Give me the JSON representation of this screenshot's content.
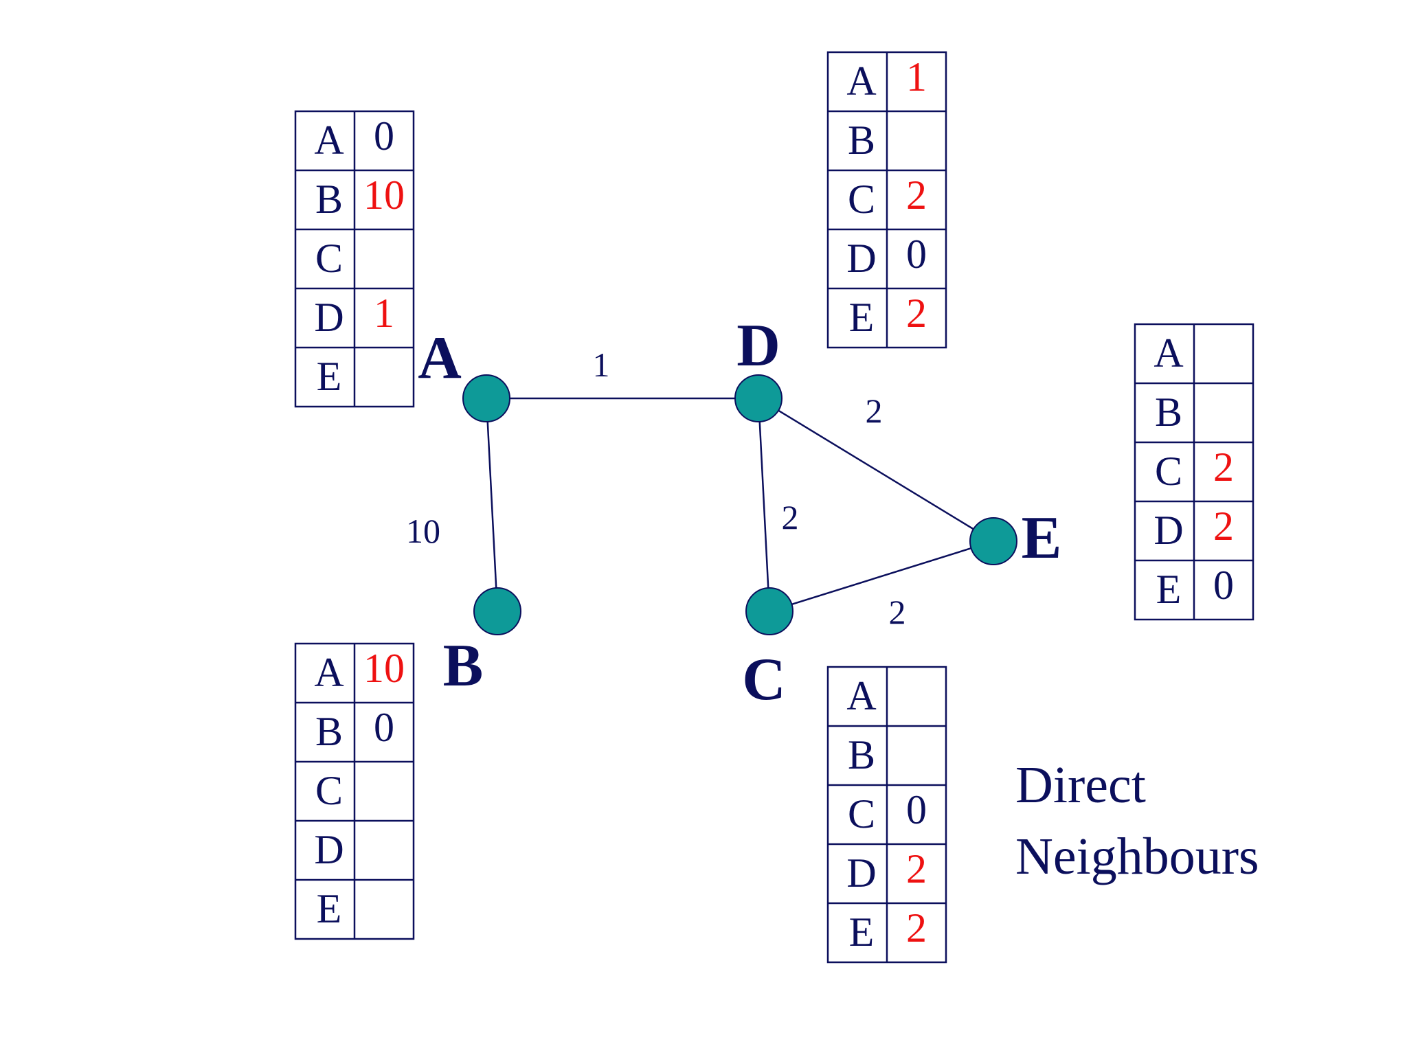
{
  "colors": {
    "ink": "#0b0f5c",
    "highlight": "#ee1111",
    "node_fill": "#0e9a98",
    "node_stroke": "#0b0f5c",
    "line": "#0b0f5c",
    "background": "#ffffff"
  },
  "nodes": [
    {
      "id": "A",
      "label": "A"
    },
    {
      "id": "B",
      "label": "B"
    },
    {
      "id": "C",
      "label": "C"
    },
    {
      "id": "D",
      "label": "D"
    },
    {
      "id": "E",
      "label": "E"
    }
  ],
  "edges": [
    {
      "from": "A",
      "to": "D",
      "weight": "1"
    },
    {
      "from": "A",
      "to": "B",
      "weight": "10"
    },
    {
      "from": "D",
      "to": "C",
      "weight": "2"
    },
    {
      "from": "D",
      "to": "E",
      "weight": "2"
    },
    {
      "from": "C",
      "to": "E",
      "weight": "2"
    }
  ],
  "tables": [
    {
      "node": "A",
      "rows": [
        {
          "dest": "A",
          "value": "0",
          "highlight": false
        },
        {
          "dest": "B",
          "value": "10",
          "highlight": true
        },
        {
          "dest": "C",
          "value": "",
          "highlight": false
        },
        {
          "dest": "D",
          "value": "1",
          "highlight": true
        },
        {
          "dest": "E",
          "value": "",
          "highlight": false
        }
      ]
    },
    {
      "node": "B",
      "rows": [
        {
          "dest": "A",
          "value": "10",
          "highlight": true
        },
        {
          "dest": "B",
          "value": "0",
          "highlight": false
        },
        {
          "dest": "C",
          "value": "",
          "highlight": false
        },
        {
          "dest": "D",
          "value": "",
          "highlight": false
        },
        {
          "dest": "E",
          "value": "",
          "highlight": false
        }
      ]
    },
    {
      "node": "D",
      "rows": [
        {
          "dest": "A",
          "value": "1",
          "highlight": true
        },
        {
          "dest": "B",
          "value": "",
          "highlight": false
        },
        {
          "dest": "C",
          "value": "2",
          "highlight": true
        },
        {
          "dest": "D",
          "value": "0",
          "highlight": false
        },
        {
          "dest": "E",
          "value": "2",
          "highlight": true
        }
      ]
    },
    {
      "node": "E",
      "rows": [
        {
          "dest": "A",
          "value": "",
          "highlight": false
        },
        {
          "dest": "B",
          "value": "",
          "highlight": false
        },
        {
          "dest": "C",
          "value": "2",
          "highlight": true
        },
        {
          "dest": "D",
          "value": "2",
          "highlight": true
        },
        {
          "dest": "E",
          "value": "0",
          "highlight": false
        }
      ]
    },
    {
      "node": "C",
      "rows": [
        {
          "dest": "A",
          "value": "",
          "highlight": false
        },
        {
          "dest": "B",
          "value": "",
          "highlight": false
        },
        {
          "dest": "C",
          "value": "0",
          "highlight": false
        },
        {
          "dest": "D",
          "value": "2",
          "highlight": true
        },
        {
          "dest": "E",
          "value": "2",
          "highlight": true
        }
      ]
    }
  ],
  "caption": {
    "line1": "Direct",
    "line2": "Neighbours"
  }
}
